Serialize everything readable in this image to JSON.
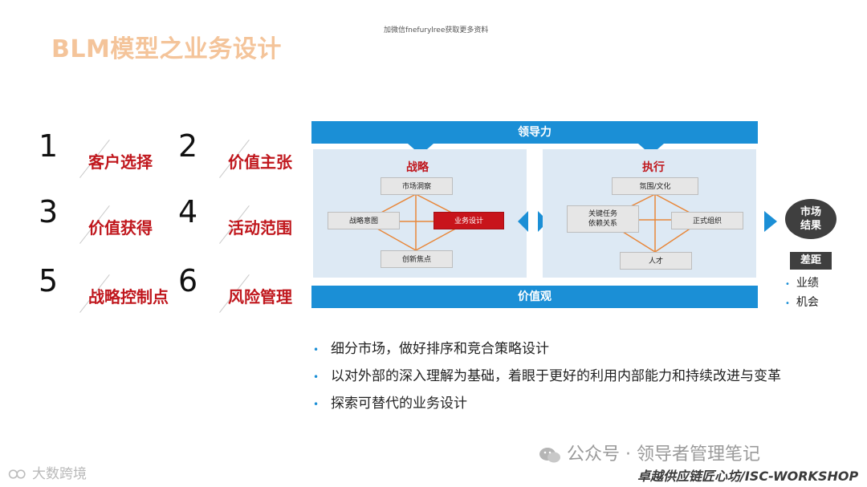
{
  "title": "BLM模型之业务设计",
  "top_note": "加微信fnefurylree获取更多资料",
  "items": [
    {
      "num": "1",
      "label": "客户选择"
    },
    {
      "num": "2",
      "label": "价值主张"
    },
    {
      "num": "3",
      "label": "价值获得"
    },
    {
      "num": "4",
      "label": "活动范围"
    },
    {
      "num": "5",
      "label": "战略控制点"
    },
    {
      "num": "6",
      "label": "风险管理"
    }
  ],
  "diagram": {
    "top_bar": "领导力",
    "bottom_bar": "价值观",
    "strategy": {
      "title": "战略",
      "market_insight": "市场洞察",
      "strategic_intent": "战略意图",
      "business_design": "业务设计",
      "innovation_focus": "创新焦点"
    },
    "execution": {
      "title": "执行",
      "climate_culture": "氛围/文化",
      "key_tasks_line1": "关键任务",
      "key_tasks_line2": "依赖关系",
      "formal_org": "正式组织",
      "talent": "人才"
    },
    "result": {
      "line1": "市场",
      "line2": "结果"
    },
    "gap": {
      "label": "差距",
      "items": [
        "业绩",
        "机会"
      ]
    }
  },
  "bullets": [
    "细分市场，做好排序和竞合策略设计",
    "以对外部的深入理解为基础，着眼于更好的利用内部能力和持续改进与变革",
    "探索可替代的业务设计"
  ],
  "watermarks": {
    "wechat": "公众号 · 领导者管理笔记",
    "workshop": "卓越供应链匠心坊/ISC-WORKSHOP",
    "dashu": "大数跨境"
  },
  "colors": {
    "accent_blue": "#1b8fd6",
    "accent_red": "#c0171d",
    "title_peach": "#f4c49a",
    "panel_bg": "#dde9f4"
  }
}
